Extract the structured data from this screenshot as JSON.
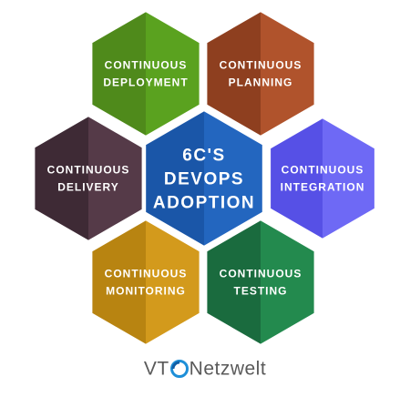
{
  "diagram": {
    "hexagons": [
      {
        "id": "deployment",
        "lines": [
          "CONTINUOUS",
          "DEPLOYMENT"
        ],
        "colors": [
          "#4f8a1b",
          "#5aa21f"
        ]
      },
      {
        "id": "planning",
        "lines": [
          "CONTINUOUS",
          "PLANNING"
        ],
        "colors": [
          "#8e3f1f",
          "#b0532c"
        ]
      },
      {
        "id": "delivery",
        "lines": [
          "CONTINUOUS",
          "DELIVERY"
        ],
        "colors": [
          "#3e2a35",
          "#553a48"
        ]
      },
      {
        "id": "center",
        "lines": [
          "6C'S",
          "DEVOPS",
          "ADOPTION"
        ],
        "colors": [
          "#1a56a8",
          "#2366bf"
        ]
      },
      {
        "id": "integration",
        "lines": [
          "CONTINUOUS",
          "INTEGRATION"
        ],
        "colors": [
          "#5650e6",
          "#6e69f5"
        ]
      },
      {
        "id": "monitoring",
        "lines": [
          "CONTINUOUS",
          "MONITORING"
        ],
        "colors": [
          "#b88411",
          "#d39a1c"
        ]
      },
      {
        "id": "testing",
        "lines": [
          "CONTINUOUS",
          "TESTING"
        ],
        "colors": [
          "#1a6b3e",
          "#238a4e"
        ]
      }
    ]
  },
  "logo": {
    "prefix": "VT",
    "suffix": "Netzwelt"
  }
}
